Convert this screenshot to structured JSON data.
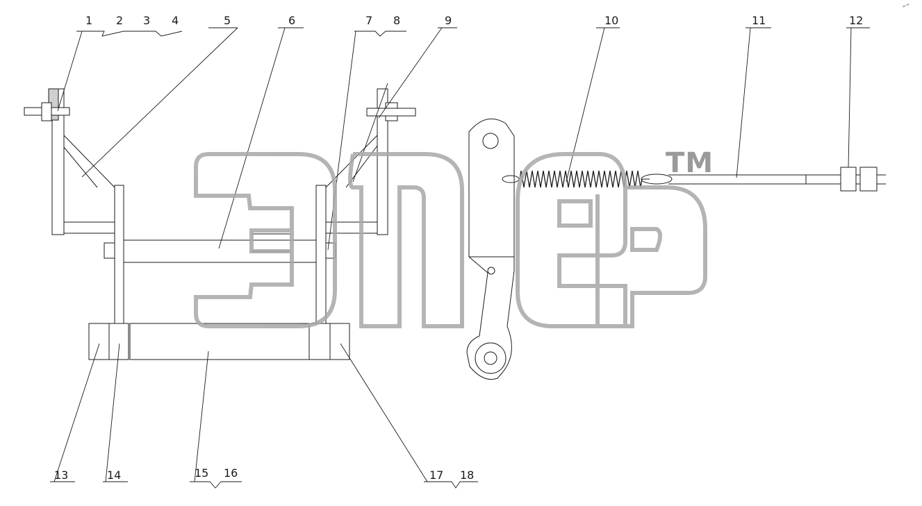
{
  "watermark": {
    "trademark": "TM",
    "corner_mark": "≈≈"
  },
  "callouts": {
    "c1": "1",
    "c2": "2",
    "c3": "3",
    "c4": "4",
    "c5": "5",
    "c6": "6",
    "c7": "7",
    "c8": "8",
    "c9": "9",
    "c10": "10",
    "c11": "11",
    "c12": "12",
    "c13": "13",
    "c14": "14",
    "c15": "15",
    "c16": "16",
    "c17": "17",
    "c18": "18"
  },
  "colors": {
    "line": "#1a1a1a",
    "watermark": "#a8a8a8"
  }
}
